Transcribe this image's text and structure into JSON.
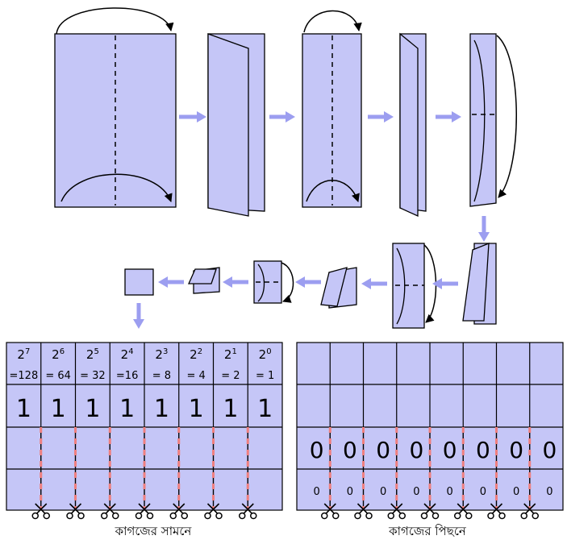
{
  "colors": {
    "paper": "#c5c6f7",
    "arrow": "#9c9ef0",
    "outline": "#000000",
    "cut_dash": "#ef7f7f"
  },
  "front_grid": {
    "powers": [
      {
        "base": "2",
        "exp": "7",
        "value": "=128"
      },
      {
        "base": "2",
        "exp": "6",
        "value": "= 64"
      },
      {
        "base": "2",
        "exp": "5",
        "value": "= 32"
      },
      {
        "base": "2",
        "exp": "4",
        "value": "=16"
      },
      {
        "base": "2",
        "exp": "3",
        "value": "= 8"
      },
      {
        "base": "2",
        "exp": "2",
        "value": "= 4"
      },
      {
        "base": "2",
        "exp": "1",
        "value": "= 2"
      },
      {
        "base": "2",
        "exp": "0",
        "value": "= 1"
      }
    ],
    "digits": [
      "1",
      "1",
      "1",
      "1",
      "1",
      "1",
      "1",
      "1"
    ]
  },
  "back_grid": {
    "big_digits": [
      "0",
      "0",
      "0",
      "0",
      "0",
      "0",
      "0",
      "0"
    ],
    "small_digits": [
      "0",
      "0",
      "0",
      "0",
      "0",
      "0",
      "0",
      "0"
    ]
  },
  "captions": {
    "front": "কাগজের সামনে",
    "back": "কাগজের পিছনে"
  },
  "icons": {
    "fold_arrow": "flow-arrow-icon",
    "scissors": "scissors-icon"
  }
}
